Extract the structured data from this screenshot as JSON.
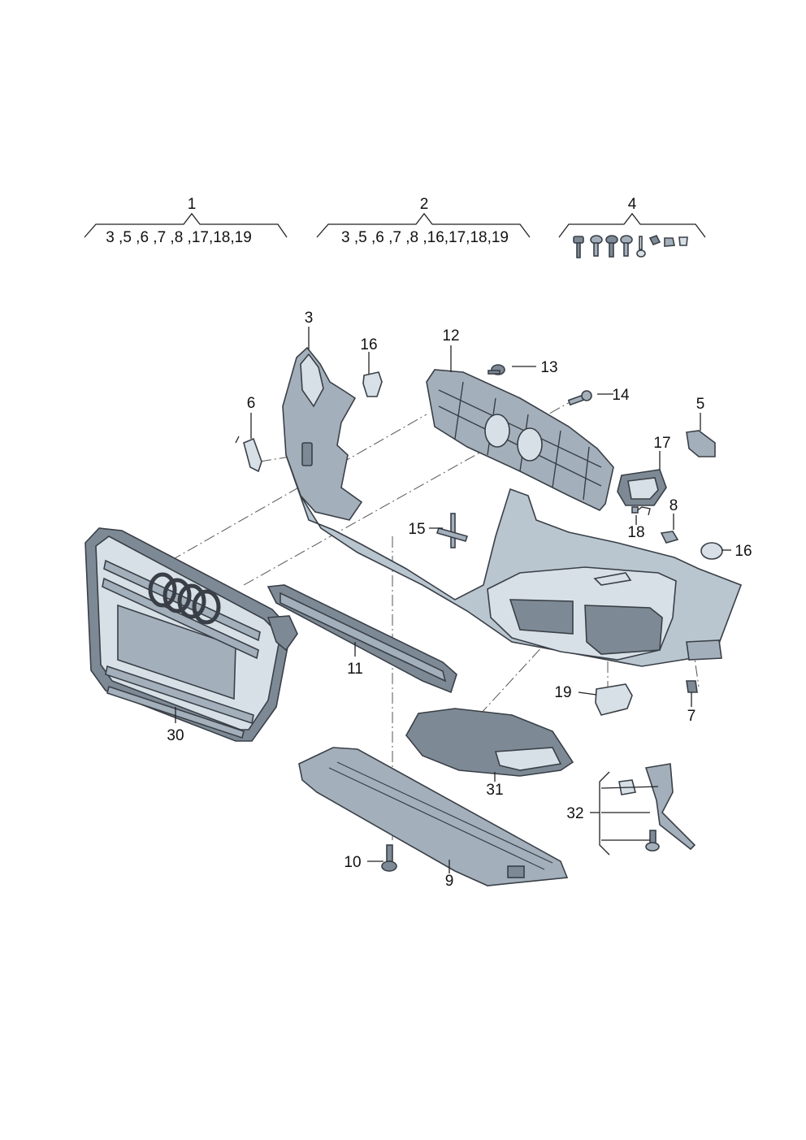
{
  "groups": [
    {
      "number": "1",
      "contents": "3 ,5 ,6 ,7 ,8 ,17,18,19"
    },
    {
      "number": "2",
      "contents": "3 ,5 ,6 ,7 ,8 ,16,17,18,19"
    },
    {
      "number": "4",
      "contents": ""
    }
  ],
  "callouts": {
    "c3": "3",
    "c16a": "16",
    "c12": "12",
    "c13": "13",
    "c14": "14",
    "c6": "6",
    "c5": "5",
    "c17": "17",
    "c8": "8",
    "c18": "18",
    "c15": "15",
    "c16b": "16",
    "c11": "11",
    "c19": "19",
    "c7": "7",
    "c30": "30",
    "c31": "31",
    "c32": "32",
    "c10": "10",
    "c9": "9"
  }
}
